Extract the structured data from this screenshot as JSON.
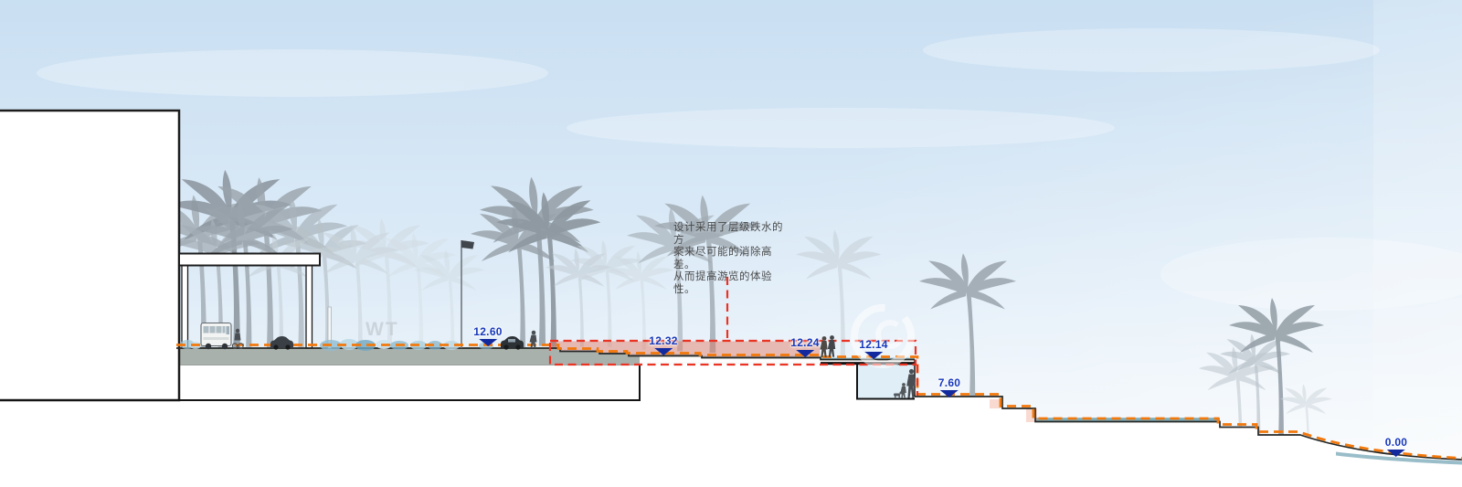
{
  "annotation": {
    "lines": [
      "设计采用了层级跌水的方",
      "案来尽可能的消除高差。",
      "从而提高游览的体验性。"
    ]
  },
  "elevation_markers": [
    {
      "value": "12.60"
    },
    {
      "value": "12.32"
    },
    {
      "value": "12.24"
    },
    {
      "value": "12.14"
    },
    {
      "value": "7.60"
    },
    {
      "value": "0.00"
    }
  ],
  "watermark": {
    "text": "WT"
  },
  "colors": {
    "grade_line_orange": "#F2780C",
    "highlight_red": "#EA3323",
    "elevation_label_blue": "#1638BB",
    "elevation_marker_navy": "#132A9E",
    "water_teal": "#7FB2BF",
    "ground_gray": "#A9B1AD",
    "sky_blue": "#C9DFF2"
  }
}
